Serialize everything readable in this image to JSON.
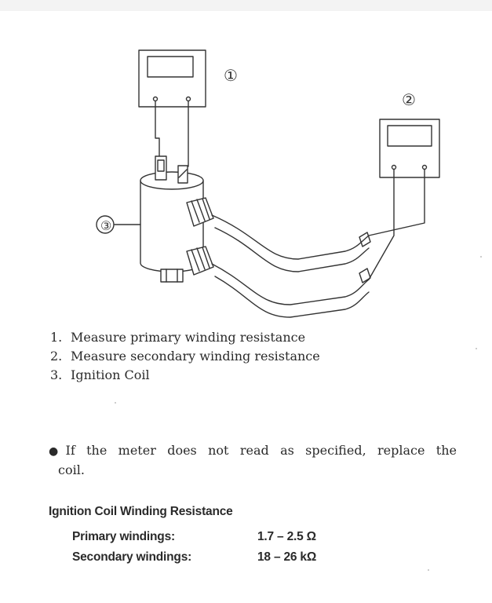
{
  "diagram": {
    "callouts": [
      "①",
      "②",
      "③"
    ]
  },
  "legend": [
    {
      "num": "1.",
      "text": "Measure primary winding resistance"
    },
    {
      "num": "2.",
      "text": "Measure secondary winding resistance"
    },
    {
      "num": "3.",
      "text": "Ignition Coil"
    }
  ],
  "note": {
    "bullet": "●",
    "line1": "If the meter does not read as specified, replace the",
    "line2": "coil."
  },
  "spec": {
    "title": "Ignition Coil Winding Resistance",
    "rows": [
      {
        "label": "Primary windings:",
        "value": "1.7 – 2.5 Ω"
      },
      {
        "label": "Secondary windings:",
        "value": "18 – 26 kΩ"
      }
    ]
  }
}
